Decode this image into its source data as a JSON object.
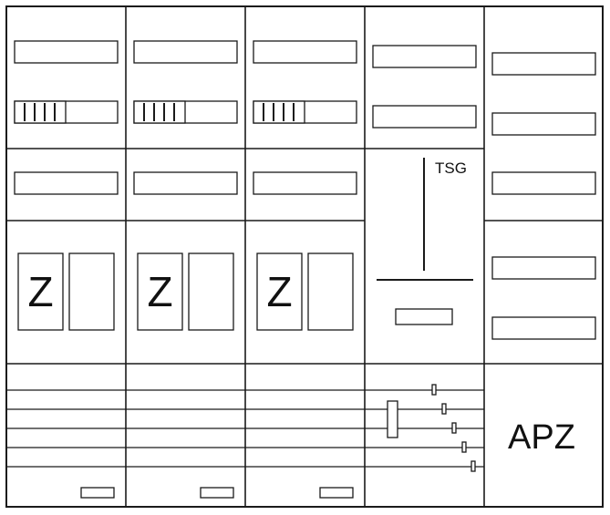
{
  "labels": {
    "meter": "Z",
    "tsg": "TSG",
    "apz": "APZ"
  },
  "colors": {
    "line": "#1a1a1a",
    "background": "#ffffff"
  }
}
